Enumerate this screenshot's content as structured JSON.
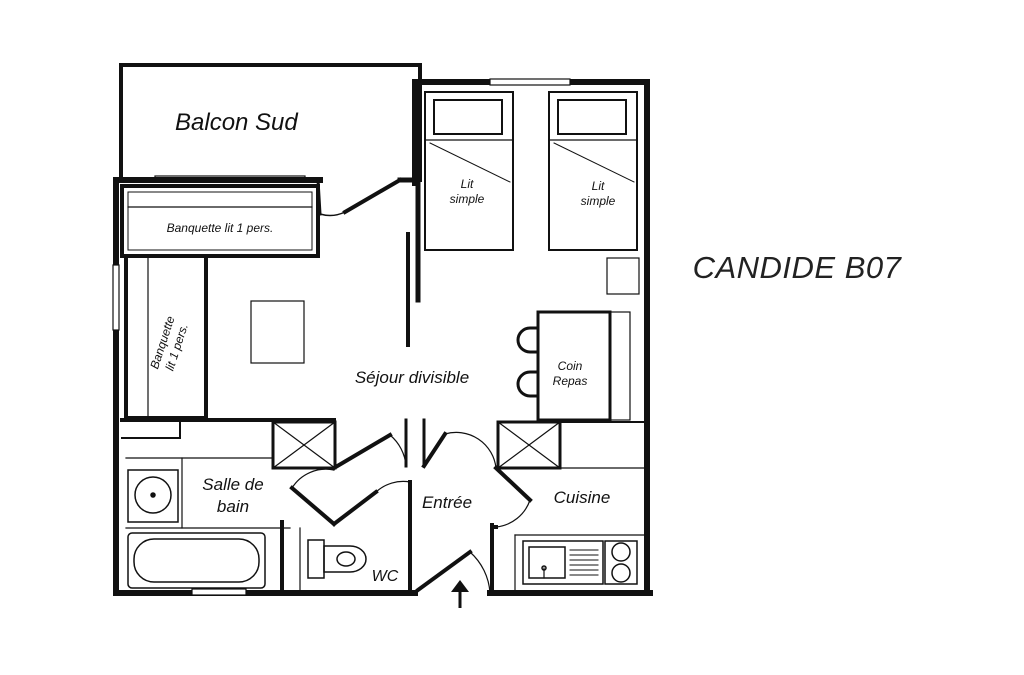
{
  "plan": {
    "title": "CANDIDE B07",
    "rooms": {
      "balcony": "Balcon Sud",
      "living": "Séjour divisible",
      "bathroom_line1": "Salle de",
      "bathroom_line2": "bain",
      "entrance": "Entrée",
      "kitchen": "Cuisine",
      "wc": "WC"
    },
    "furniture": {
      "sofa_bed_top": "Banquette lit 1 pers.",
      "sofa_bed_left_line1": "Banquette",
      "sofa_bed_left_line2": "lit 1 pers.",
      "bed1_line1": "Lit",
      "bed1_line2": "simple",
      "bed2_line1": "Lit",
      "bed2_line2": "simple",
      "dining_line1": "Coin",
      "dining_line2": "Repas"
    }
  }
}
